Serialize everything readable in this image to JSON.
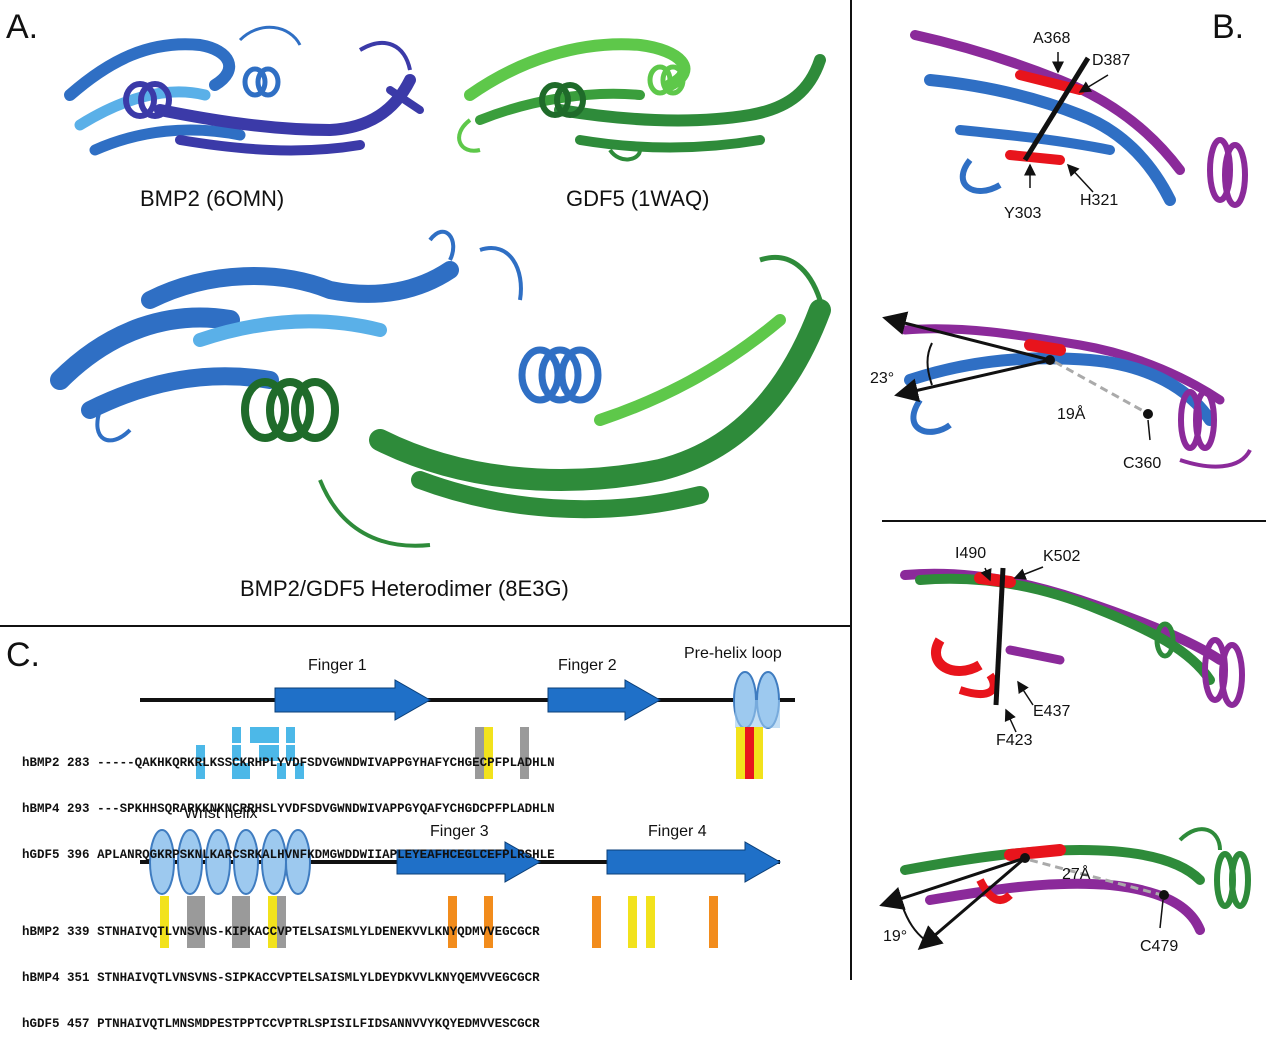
{
  "panels": {
    "a": {
      "letter": "A.",
      "bmp2": "BMP2 (6OMN)",
      "gdf5": "GDF5 (1WAQ)",
      "heterodimer": "BMP2/GDF5 Heterodimer (8E3G)"
    },
    "b": {
      "letter": "B.",
      "top": {
        "res1": "A368",
        "res2": "D387",
        "res3": "Y303",
        "res4": "H321",
        "angle": "23°",
        "dist": "19Å",
        "cys": "C360"
      },
      "bottom": {
        "res1": "I490",
        "res2": "K502",
        "res3": "E437",
        "res4": "F423",
        "angle": "19°",
        "dist": "27Å",
        "cys": "C479"
      }
    },
    "c": {
      "letter": "C.",
      "features1": {
        "finger1": "Finger 1",
        "finger2": "Finger 2",
        "prehelix": "Pre-helix loop"
      },
      "features2": {
        "wrist": "Wrist helix",
        "finger3": "Finger 3",
        "finger4": "Finger 4"
      },
      "block1": [
        {
          "name": "hBMP2",
          "num": "283",
          "seq": "-----QAKHKQRKRLKSSCKRHPLYVDFSDVGWNDWIVAPPGYHAFYCHGECPFPLADHLN"
        },
        {
          "name": "hBMP4",
          "num": "293",
          "seq": "---SPKHHSQRARKKNKNCRRHSLYVDFSDVGWNDWIVAPPGYQAFYCHGDCPFPLADHLN"
        },
        {
          "name": "hGDF5",
          "num": "396",
          "seq": "APLANRQGKRPSKNLKARCSRKALHVNFKDMGWDDWIIAPLEYEAFHCEGLCEFPLRSHLE"
        }
      ],
      "block2": [
        {
          "name": "hBMP2",
          "num": "339",
          "seq": "STNHAIVQTLVNSVNS-KIPKACCVPTELSAISMLYLDENEKVVLKNYQDMVVEGCGCR"
        },
        {
          "name": "hBMP4",
          "num": "351",
          "seq": "STNHAIVQTLVNSVNS-SIPKACCVPTELSAISMLYLDEYDKVVLKNYQEMVVEGCGCR"
        },
        {
          "name": "hGDF5",
          "num": "457",
          "seq": "PTNHAIVQTLMNSMDPESTPPTCCVPTRLSPISILFIDSANNVVYKQYEDMVVESCGCR"
        }
      ]
    }
  },
  "colors": {
    "bmp2": "#2f6fc4",
    "bmp2_light": "#5ab0e8",
    "bmp2_dark": "#3b3aa8",
    "gdf5": "#2e8b3a",
    "gdf5_light": "#5ec84a",
    "gdf5_dark": "#1f6b2a",
    "overlay": "#8b2a9a",
    "highlight": "#e8141c"
  }
}
